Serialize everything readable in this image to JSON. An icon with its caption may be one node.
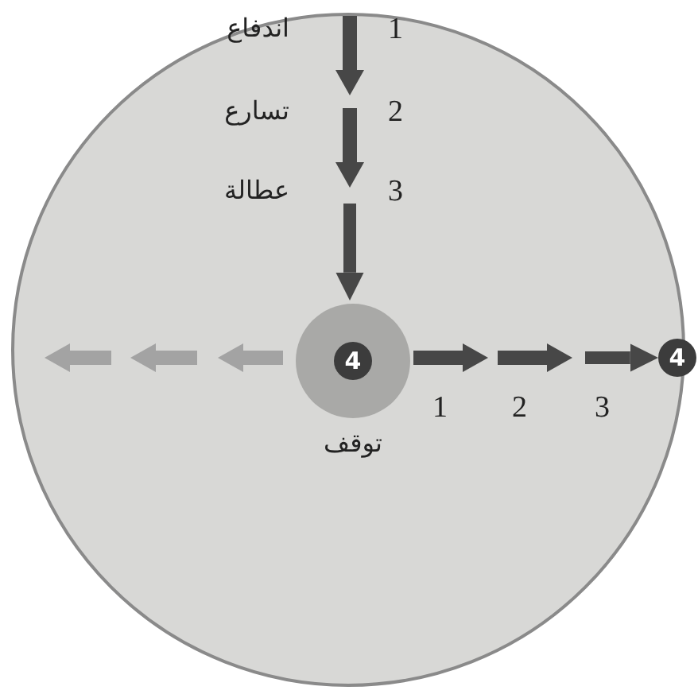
{
  "diagram": {
    "nodes": [
      {
        "text": [],
        "shape": "circle"
      },
      {
        "text": [
          "4"
        ],
        "in": 0,
        "beside": [
          "توقف"
        ]
      },
      {
        "text": [
          "4"
        ]
      }
    ],
    "edges": [
      {
        "from": null,
        "to": 1,
        "arrow": "to"
      },
      {
        "from": null,
        "to": 2,
        "arrow": "to"
      }
    ],
    "labels": [
      "اندفاع",
      "1",
      "تسارع",
      "2",
      "عطالة",
      "3",
      "1",
      "2",
      "3"
    ]
  }
}
